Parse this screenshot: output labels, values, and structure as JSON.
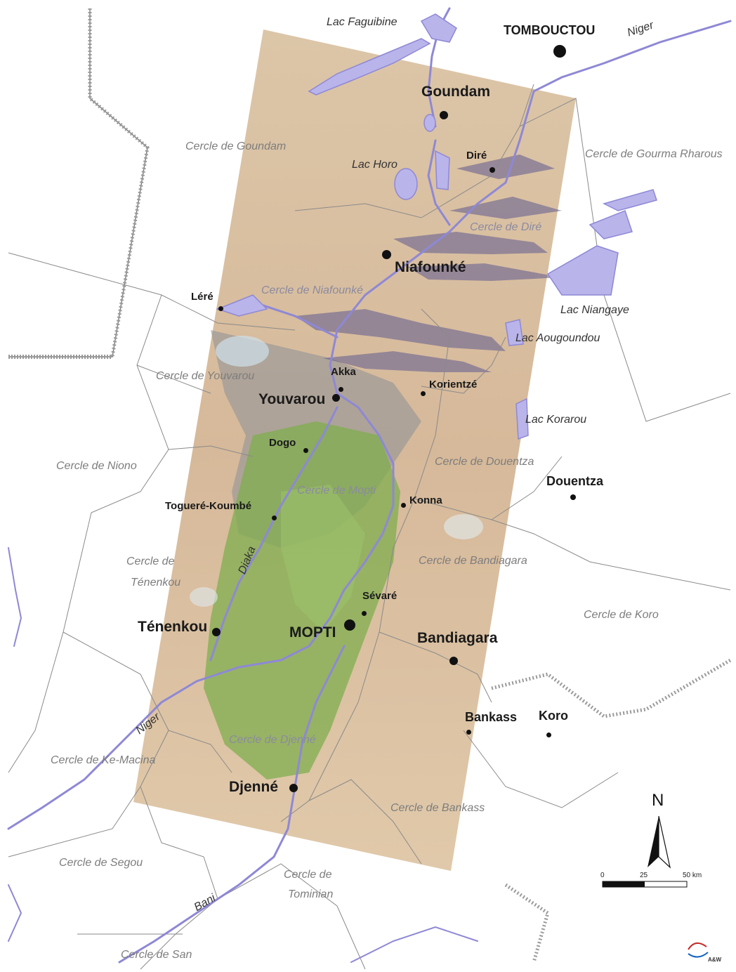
{
  "cities": {
    "tombouctou": "TOMBOUCTOU",
    "goundam": "Goundam",
    "dire": "Diré",
    "niafounke": "Niafounké",
    "lere": "Léré",
    "akka": "Akka",
    "youvarou": "Youvarou",
    "korientze": "Korientzé",
    "dogo": "Dogo",
    "konna": "Konna",
    "douentza": "Douentza",
    "toguere": "Togueré-Koumbé",
    "sevare": "Sévaré",
    "tenenkou": "Ténenkou",
    "mopti": "MOPTI",
    "bandiagara": "Bandiagara",
    "bankass": "Bankass",
    "koro": "Koro",
    "djenne": "Djenné"
  },
  "cercles": {
    "goundam": "Cercle de Goundam",
    "gourma": "Cercle de Gourma Rharous",
    "dire": "Cercle de Diré",
    "niafounke": "Cercle de Niafounké",
    "youvarou": "Cercle de Youvarou",
    "niono": "Cercle de Niono",
    "douentza": "Cercle de Douentza",
    "mopti": "Cercle de Mopti",
    "bandiagara": "Cercle de Bandiagara",
    "tenenkou_1": "Cercle de",
    "tenenkou_2": "Ténenkou",
    "koro": "Cercle de Koro",
    "djenne": "Cercle de Djenné",
    "macina": "Cercle de Ke-Macina",
    "bankass": "Cercle de Bankass",
    "segou": "Cercle de Segou",
    "tominian_1": "Cercle de",
    "tominian_2": "Tominian",
    "san": "Cercle de San"
  },
  "water": {
    "faguibine": "Lac Faguibine",
    "niger_n": "Niger",
    "horo": "Lac Horo",
    "niangaye": "Lac Niangaye",
    "aougoundou": "Lac Aougoundou",
    "korarou": "Lac Korarou",
    "diaka": "Diaka",
    "niger_s": "Niger",
    "bani": "Bani"
  },
  "scale": {
    "label_0": "0",
    "label_25": "25",
    "label_50": "50 km"
  },
  "north": "N",
  "logo": "A&W",
  "colors": {
    "water": "#8e88d6",
    "border": "#6f6f6f",
    "satellite_base": "#d8c1a3",
    "vegetation": "#7fae4e"
  }
}
